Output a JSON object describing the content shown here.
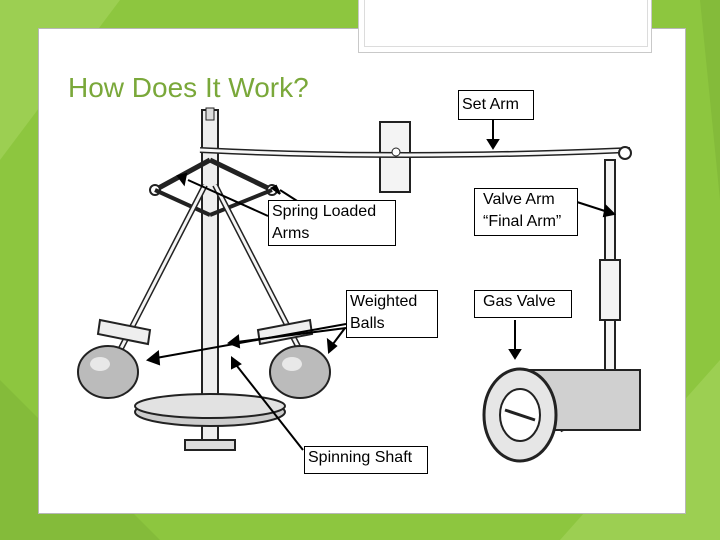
{
  "slide": {
    "title": "How Does It Work?"
  },
  "labels": {
    "set_arm": "Set Arm",
    "spring_loaded_arms": "Spring Loaded Arms",
    "valve_arm": "Valve Arm “Final Arm”",
    "weighted_balls": "Weighted Balls",
    "gas_valve": "Gas Valve",
    "spinning_shaft": "Spinning Shaft"
  },
  "colors": {
    "title": "#7aa83a",
    "background": "#8dc63f"
  }
}
